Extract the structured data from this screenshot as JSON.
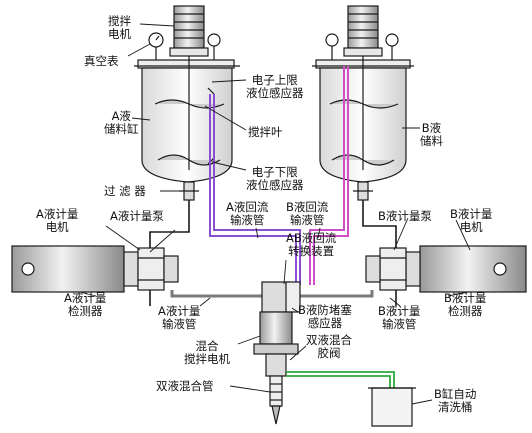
{
  "labels": {
    "a_motor_top": [
      "搅拌",
      "电机"
    ],
    "vacuum_gauge": "真空表",
    "upper_sensor": [
      "电子上限",
      "液位感应器"
    ],
    "a_tank": [
      "A液",
      "储料缸"
    ],
    "mixing_blade": "搅拌叶",
    "b_tank": [
      "B液",
      "储料"
    ],
    "lower_sensor": [
      "电子下限",
      "液位感应器"
    ],
    "filter": "过 滤 器",
    "a_meter_motor": [
      "A液计量",
      "电机"
    ],
    "a_meter_pump": "A液计量泵",
    "a_return_pipe": [
      "A液回流",
      "输液管"
    ],
    "b_return_pipe": [
      "B液回流",
      "输液管"
    ],
    "b_meter_pump": "B液计量泵",
    "b_meter_motor": [
      "B液计量",
      "电机"
    ],
    "ab_switch": [
      "AB液回流",
      "转换装置"
    ],
    "a_meter_detector": [
      "A液计量",
      "检测器"
    ],
    "a_meter_pipe": [
      "A液计量",
      "输液管"
    ],
    "anti_plug_sensor": [
      "B液防堵塞",
      "感应器"
    ],
    "b_meter_pipe": [
      "B液计量",
      "输液管"
    ],
    "b_meter_detector": [
      "B液计量",
      "检测器"
    ],
    "mix_motor": [
      "混合",
      "搅拌电机"
    ],
    "dual_valve": [
      "双液混合",
      "胶阀"
    ],
    "mix_tube": "双液混合管",
    "b_clean_tank": [
      "B缸自动",
      "清洗桶"
    ]
  },
  "colors": {
    "line": "#1a1a1a",
    "a_return": "#8a4fd0",
    "b_return": "#d04fc8",
    "clean_pipe": "#2eaa3c",
    "pipe_gray": "#7a7a7a"
  }
}
